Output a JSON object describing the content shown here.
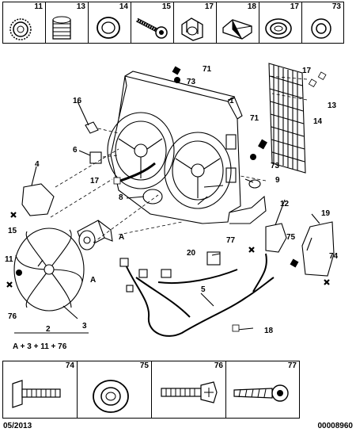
{
  "top_strip": [
    "11",
    "13",
    "14",
    "15",
    "17",
    "18",
    "17",
    "73"
  ],
  "bottom_strip": [
    "74",
    "75",
    "76",
    "77"
  ],
  "callouts": {
    "c1": "1",
    "c2": "2",
    "c3": "3",
    "c4": "4",
    "c5": "5",
    "c6": "6",
    "c8": "8",
    "c9": "9",
    "c11": "11",
    "c12": "12",
    "c13": "13",
    "c14": "14",
    "c15": "15",
    "c16": "16",
    "c17a": "17",
    "c17b": "17",
    "c18": "18",
    "c19": "19",
    "c20": "20",
    "c71a": "71",
    "c71b": "71",
    "c73a": "73",
    "c73b": "73",
    "c74": "74",
    "c75": "75",
    "c76": "76",
    "c77": "77",
    "cA1": "A",
    "cA2": "A"
  },
  "formula": "A + 3 + 11 + 76",
  "footer": {
    "date": "05/2013",
    "ref": "00008960"
  }
}
